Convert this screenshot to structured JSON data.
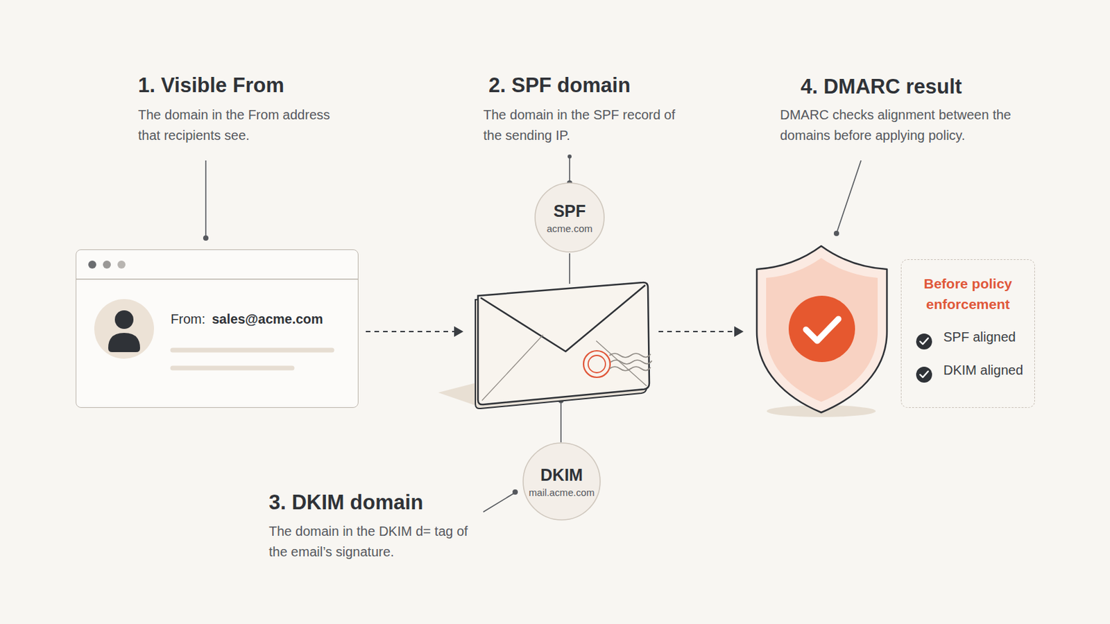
{
  "diagram": {
    "nodes": [
      {
        "text": [
          "From:",
          "sales@acme.com"
        ]
      },
      {
        "text": [
          "SPF",
          "acme.com"
        ]
      },
      {
        "text": [
          "DKIM",
          "mail.acme.com"
        ]
      },
      {
        "text": [
          "Before policy enforcement",
          "SPF aligned",
          "DKIM aligned"
        ]
      }
    ],
    "labels": [
      "1. Visible From",
      "The domain in the From address that recipients see.",
      "2. SPF domain",
      "The domain in the SPF record of the sending IP.",
      "4. DMARC result",
      "DMARC checks alignment between the domains before applying policy.",
      "3. DKIM domain",
      "The domain in the DKIM d= tag of the email’s signature."
    ]
  }
}
